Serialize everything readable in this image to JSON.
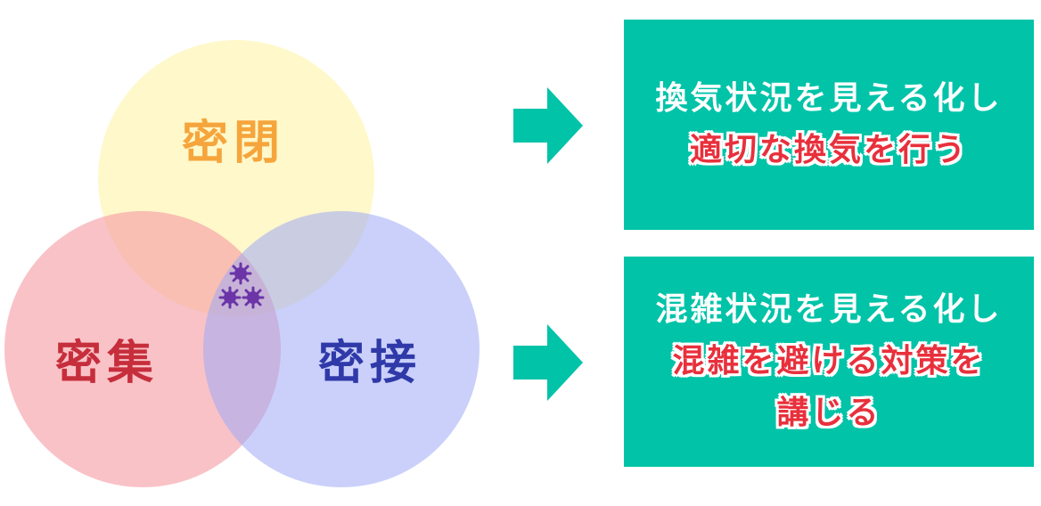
{
  "circles": {
    "top": {
      "label": "密閉",
      "fill": "#fff6b8",
      "text_color": "#f5a53c"
    },
    "left": {
      "label": "密集",
      "fill": "#f59aa2",
      "text_color": "#c62e3c"
    },
    "right": {
      "label": "密接",
      "fill": "#9ea9f5",
      "text_color": "#2f39a8"
    }
  },
  "center_icon": {
    "name": "virus-icon",
    "color": "#6b35a8"
  },
  "arrow_color": "#00c3a8",
  "boxes": [
    {
      "lines": [
        {
          "text": "換気状況を見える化し",
          "style": "white"
        },
        {
          "text": "適切な換気を行う",
          "style": "red"
        }
      ]
    },
    {
      "lines": [
        {
          "text": "混雑状況を見える化し",
          "style": "white"
        },
        {
          "text": "混雑を避ける対策を",
          "style": "red"
        },
        {
          "text": "講じる",
          "style": "red"
        }
      ]
    }
  ],
  "box_color": "#00c3a8"
}
